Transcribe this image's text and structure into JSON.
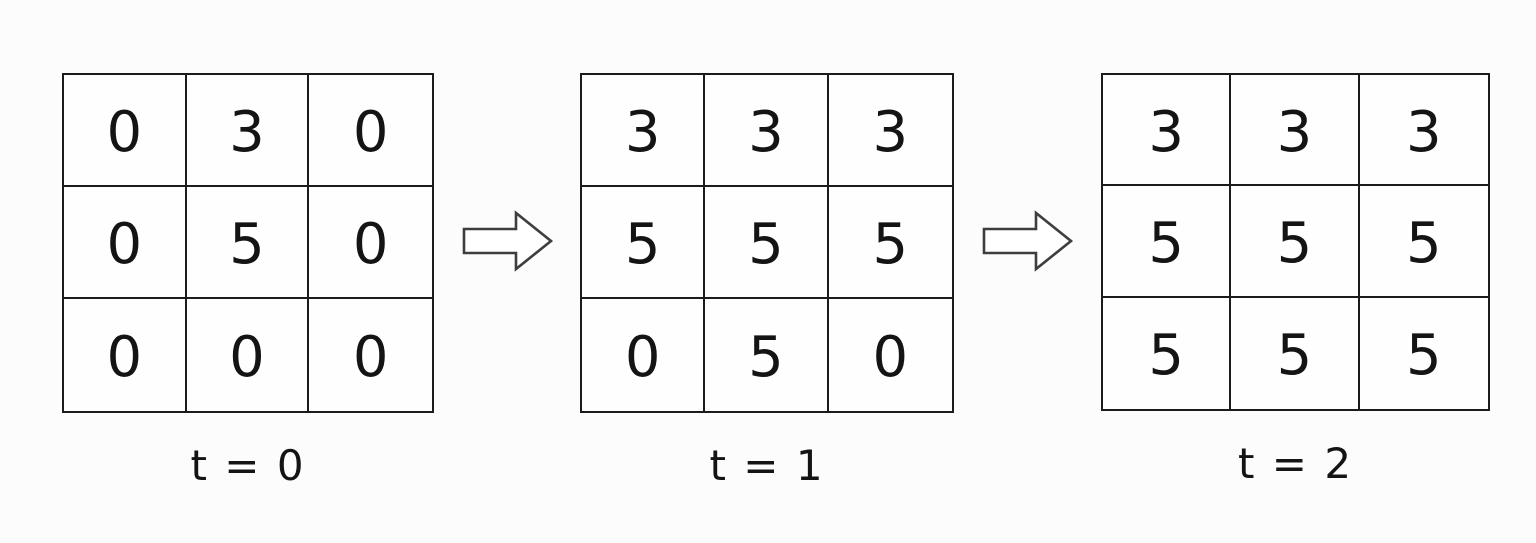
{
  "states": [
    {
      "label": "t = 0",
      "grid": [
        [
          "0",
          "3",
          "0"
        ],
        [
          "0",
          "5",
          "0"
        ],
        [
          "0",
          "0",
          "0"
        ]
      ]
    },
    {
      "label": "t = 1",
      "grid": [
        [
          "3",
          "3",
          "3"
        ],
        [
          "5",
          "5",
          "5"
        ],
        [
          "0",
          "5",
          "0"
        ]
      ]
    },
    {
      "label": "t = 2",
      "grid": [
        [
          "3",
          "3",
          "3"
        ],
        [
          "5",
          "5",
          "5"
        ],
        [
          "5",
          "5",
          "5"
        ]
      ]
    }
  ],
  "arrows": [
    {
      "icon": "right-arrow-icon"
    },
    {
      "icon": "right-arrow-icon"
    }
  ],
  "colors": {
    "background": "#fcfcfc",
    "cell_background": "#fefefe",
    "grid_border": "#1b1b1b",
    "digit_text": "#141414",
    "arrow_outline": "#3d3d3d"
  }
}
